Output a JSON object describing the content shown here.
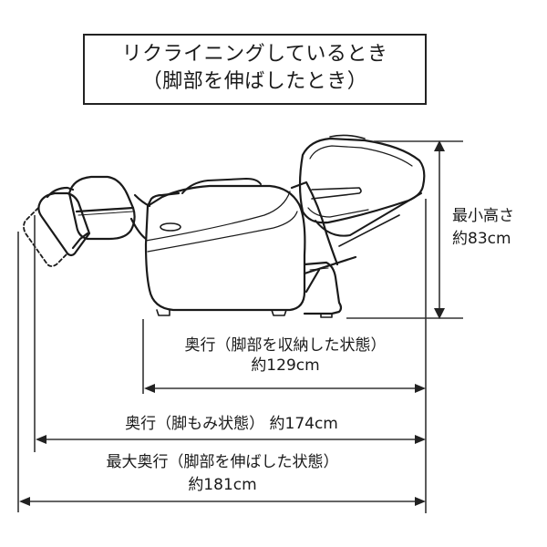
{
  "title": {
    "line1": "リクライニングしているとき",
    "line2": "（脚部を伸ばしたとき）"
  },
  "dimensions": {
    "min_height": {
      "label": "最小高さ",
      "value": "約83cm"
    },
    "depth_stowed": {
      "label": "奥行（脚部を収納した状態）",
      "value": "約129cm"
    },
    "depth_leg_massage": {
      "label": "奥行（脚もみ状態）",
      "value": "約174cm"
    },
    "depth_max": {
      "label": "最大奥行（脚部を伸ばした状態）",
      "value": "約181cm"
    }
  },
  "colors": {
    "line": "#222222",
    "dimension_line": "#333333",
    "background": "#ffffff"
  }
}
